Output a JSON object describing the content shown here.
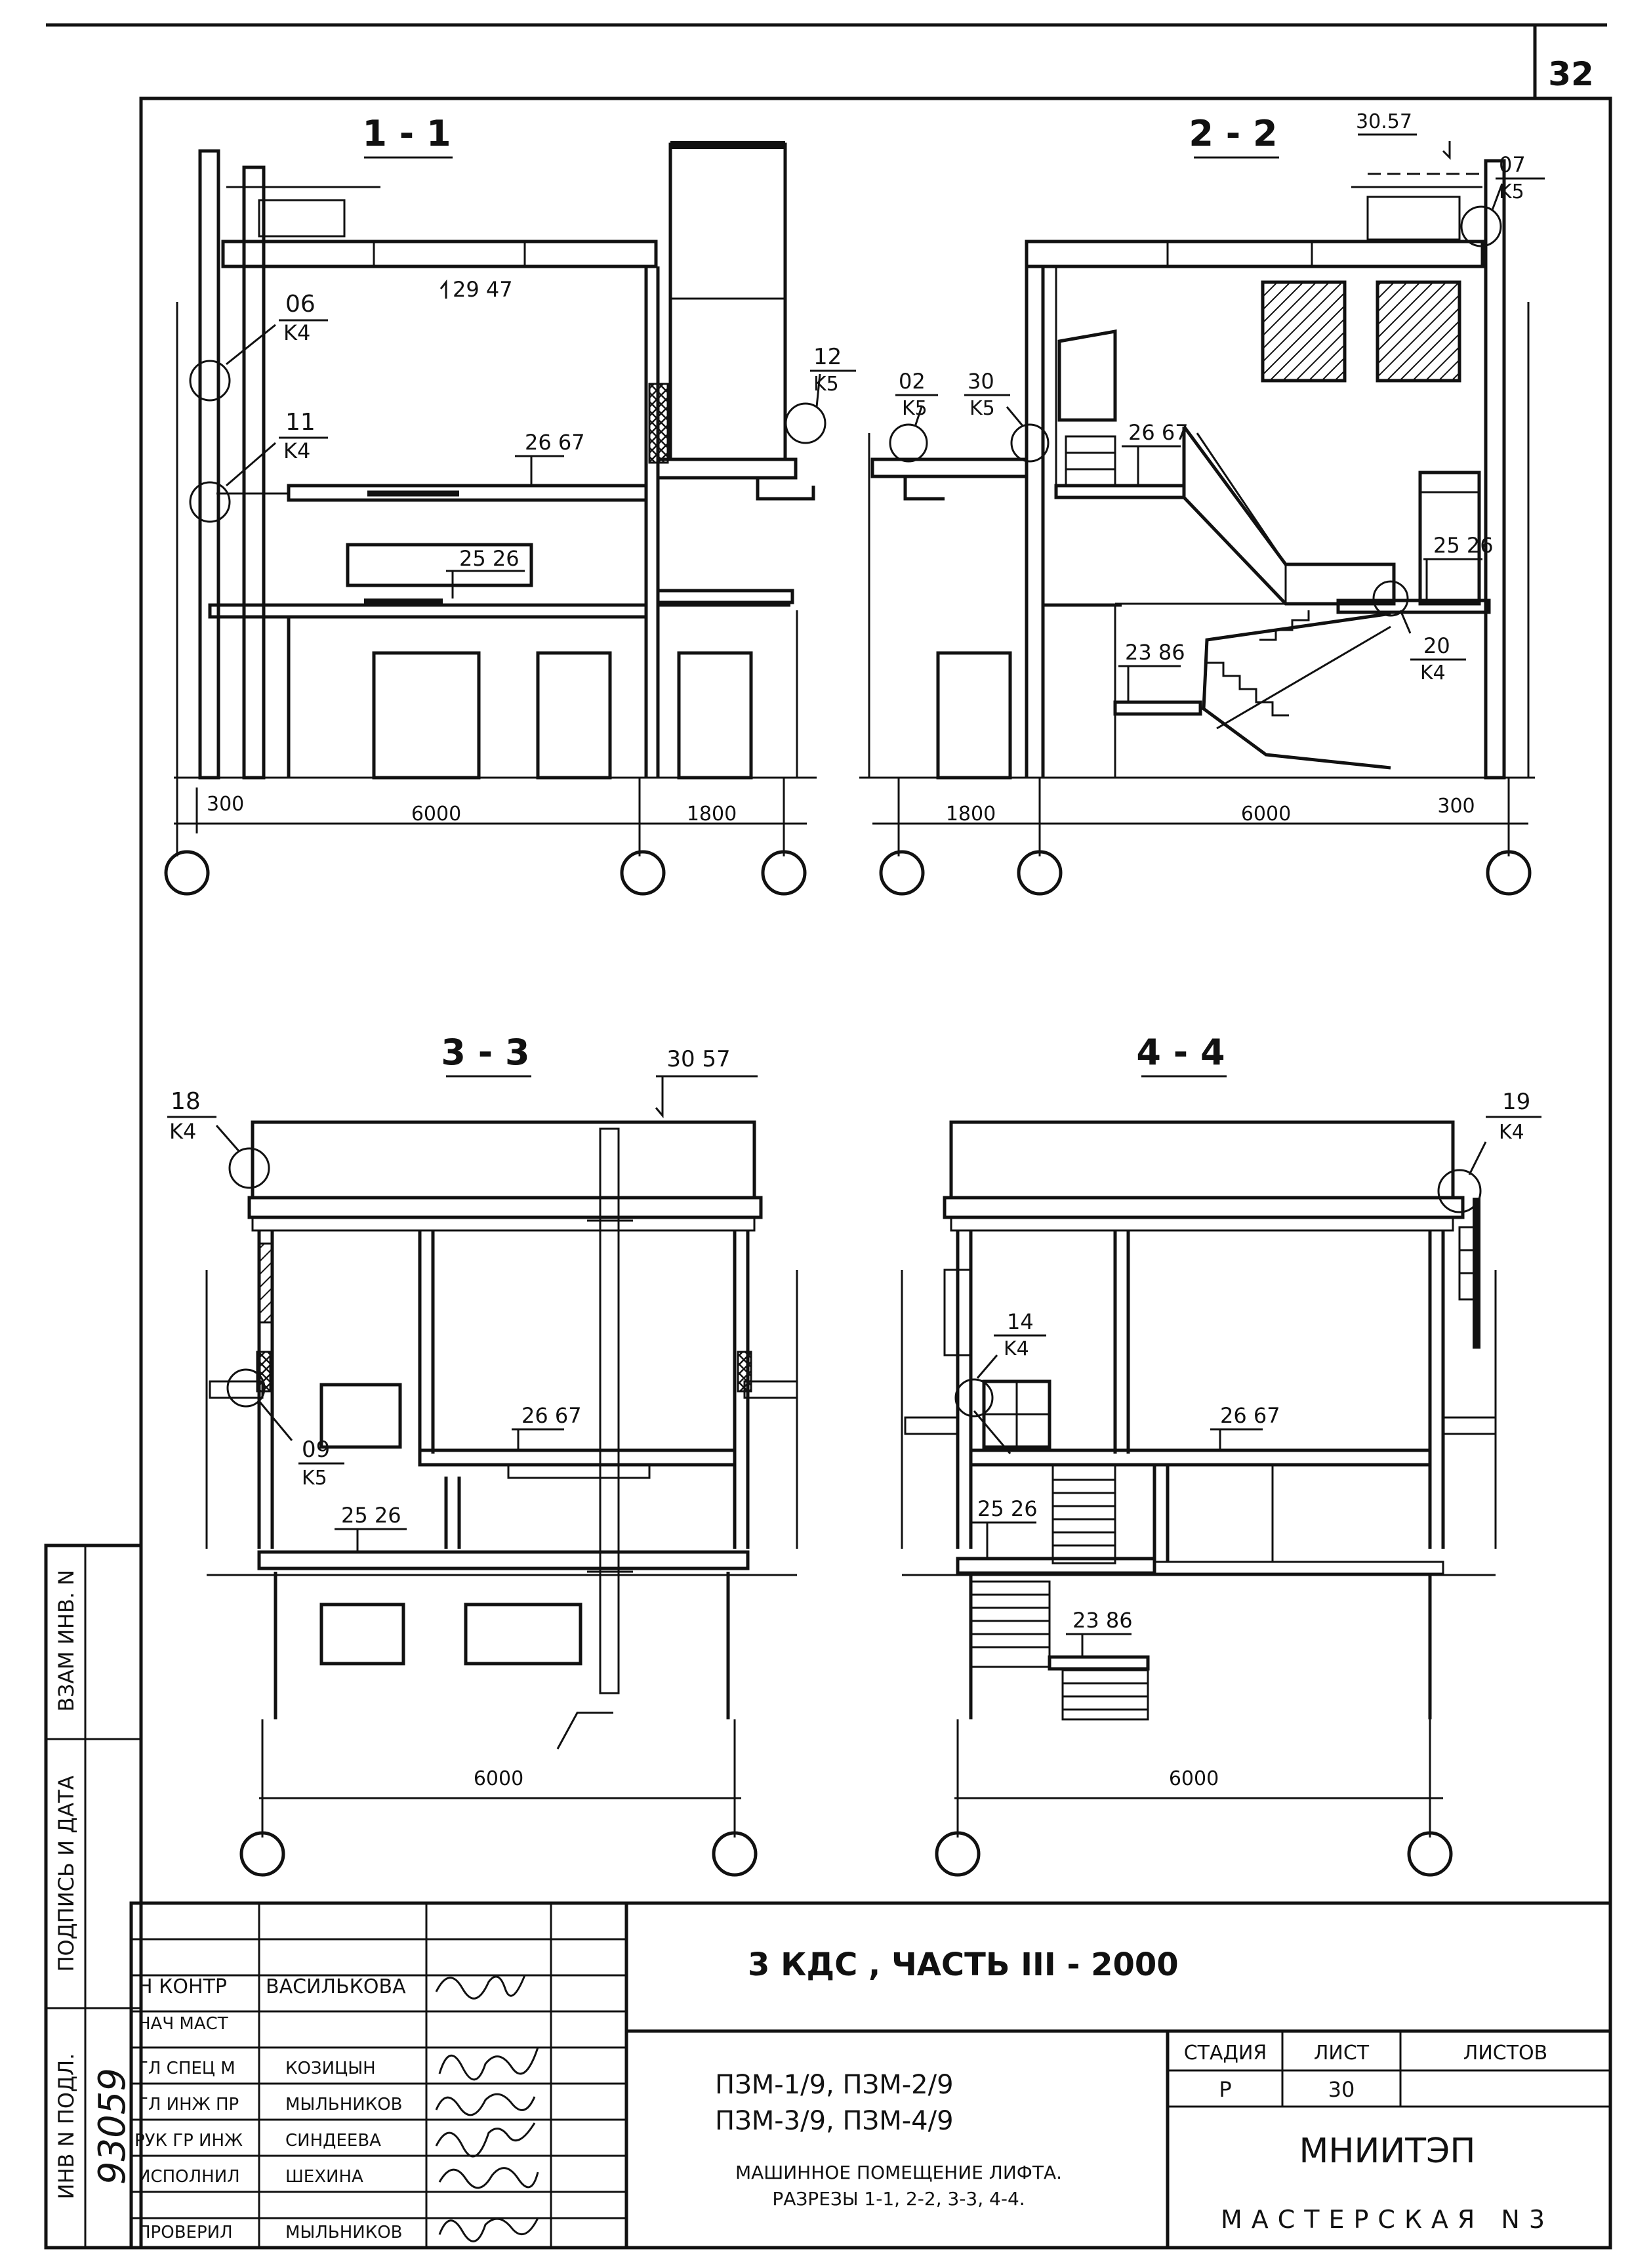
{
  "sheet": {
    "page_number": "32",
    "sheet_marker": "30"
  },
  "sections": {
    "s11": {
      "title": "1 - 1",
      "levels": [
        "29 47",
        "26 67",
        "25 26"
      ],
      "callouts": [
        {
          "num": "06",
          "ref": "K4"
        },
        {
          "num": "11",
          "ref": "K4"
        },
        {
          "num": "12",
          "ref": "K5"
        }
      ],
      "dims": [
        "300",
        "6000",
        "1800"
      ]
    },
    "s22": {
      "title": "2 - 2",
      "levels": [
        "30.57",
        "26 67",
        "25 26",
        "23 86"
      ],
      "callouts": [
        {
          "num": "07",
          "ref": "K5"
        },
        {
          "num": "02",
          "ref": "K5"
        },
        {
          "num": "30",
          "ref": "K5"
        },
        {
          "num": "20",
          "ref": "K4"
        }
      ],
      "dims": [
        "1800",
        "6000",
        "300"
      ]
    },
    "s33": {
      "title": "3 - 3",
      "levels": [
        "30 57",
        "26 67",
        "25 26"
      ],
      "callouts": [
        {
          "num": "18",
          "ref": "K4"
        },
        {
          "num": "09",
          "ref": "K5"
        }
      ],
      "dims": [
        "6000"
      ]
    },
    "s44": {
      "title": "4 - 4",
      "levels": [
        "26 67",
        "25 26",
        "23 86"
      ],
      "callouts": [
        {
          "num": "19",
          "ref": "K4"
        },
        {
          "num": "14",
          "ref": "K4"
        }
      ],
      "dims": [
        "6000"
      ]
    }
  },
  "side_stamp": {
    "vzam": "ВЗАМ ИНВ. N",
    "podpis": "ПОДПИСЬ И ДАТА",
    "inv": "ИНВ N ПОДЛ.",
    "inv_number": "93059"
  },
  "title_block": {
    "series": "3 КДС ,   ЧАСТЬ III - 2000",
    "codes_line1": "ПЗМ-1/9,   ПЗМ-2/9",
    "codes_line2": "ПЗМ-3/9,   ПЗМ-4/9",
    "desc_line1": "МАШИННОЕ ПОМЕЩЕНИЕ ЛИФТА.",
    "desc_line2": "РАЗРЕЗЫ 1-1, 2-2, 3-3, 4-4.",
    "stage_header": "СТАДИЯ",
    "sheet_header": "ЛИСТ",
    "sheets_header": "ЛИСТОВ",
    "stage_value": "Р",
    "sheet_value": "30",
    "sheets_value": "",
    "org": "МНИИТЭП",
    "workshop": "МАСТЕРСКАЯ  N3",
    "staff": [
      {
        "role": "Н КОНТР",
        "name": "ВАСИЛЬКОВА"
      },
      {
        "role": "НАЧ МАСТ",
        "name": ""
      },
      {
        "role": "ГЛ СПЕЦ М",
        "name": "КОЗИЦЫН"
      },
      {
        "role": "ГЛ ИНЖ ПР",
        "name": "МЫЛЬНИКОВ"
      },
      {
        "role": "РУК ГР ИНЖ",
        "name": "СИНДЕЕВА"
      },
      {
        "role": "ИСПОЛНИЛ",
        "name": "ШЕХИНА"
      },
      {
        "role": "ПРОВЕРИЛ",
        "name": "МЫЛЬНИКОВ"
      }
    ]
  }
}
